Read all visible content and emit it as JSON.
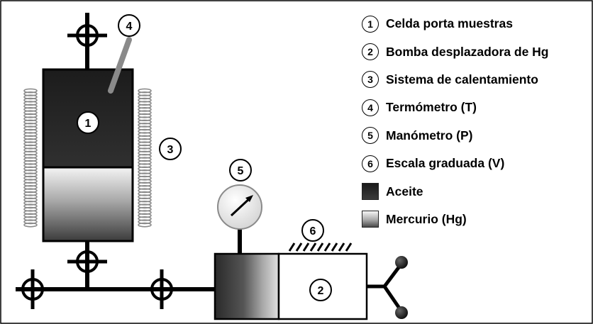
{
  "figure": {
    "callouts": {
      "cell": "1",
      "pump": "2",
      "heater": "3",
      "thermometer": "4",
      "manometer": "5",
      "scale": "6"
    }
  },
  "legend": {
    "items": [
      {
        "badge": "1",
        "label": "Celda porta muestras"
      },
      {
        "badge": "2",
        "label": "Bomba desplazadora de Hg"
      },
      {
        "badge": "3",
        "label": "Sistema de calentamiento"
      },
      {
        "badge": "4",
        "label": "Termómetro (T)"
      },
      {
        "badge": "5",
        "label": "Manómetro (P)"
      },
      {
        "badge": "6",
        "label": "Escala graduada (V)"
      }
    ],
    "materials": [
      {
        "label": "Aceite",
        "swatch": "oil"
      },
      {
        "label": "Mercurio (Hg)",
        "swatch": "mercury"
      }
    ]
  },
  "colors": {
    "frame": "#000000",
    "oil": "#2a2a2a",
    "mercury_light": "#f0f0f0",
    "mercury_dark": "#4a4a4a",
    "coil": "#888888"
  }
}
